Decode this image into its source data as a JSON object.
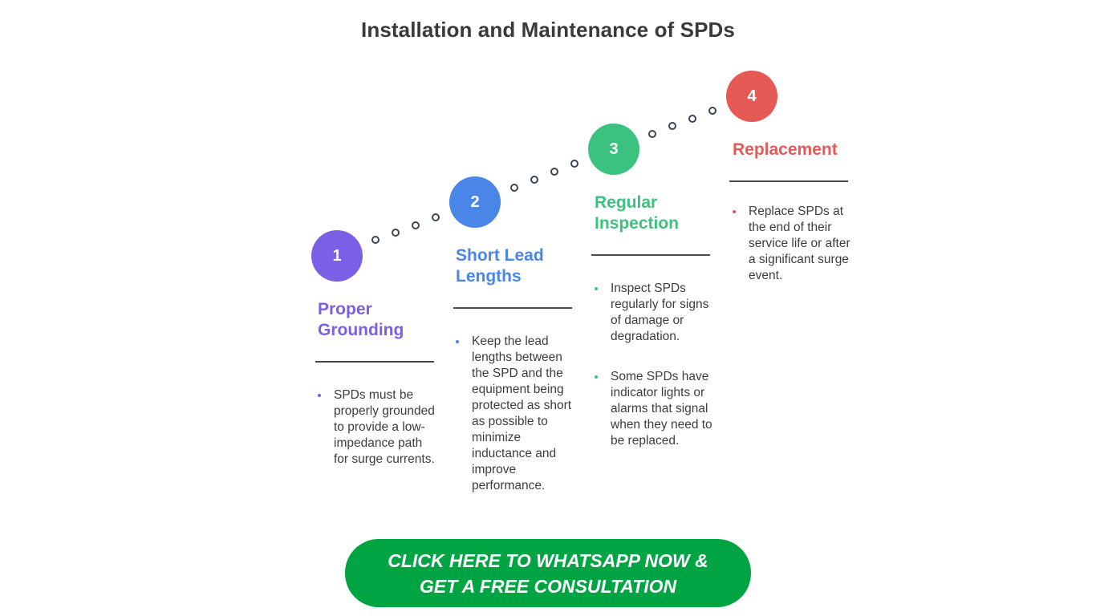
{
  "title": "Installation and Maintenance of SPDs",
  "steps": [
    {
      "number": "1",
      "title_lines": [
        "Proper",
        "Grounding"
      ],
      "color": "#7b5fe4",
      "bullets": [
        "SPDs must be properly grounded to provide a low-impedance path for surge currents."
      ]
    },
    {
      "number": "2",
      "title_lines": [
        "Short Lead",
        "Lengths"
      ],
      "color": "#4a86e8",
      "bullets": [
        "Keep the lead lengths between the SPD and the equipment being protected as short as possible to minimize inductance and improve performance."
      ]
    },
    {
      "number": "3",
      "title_lines": [
        "Regular",
        "Inspection"
      ],
      "color": "#3cc27f",
      "bullets": [
        "Inspect SPDs regularly for signs of damage or degradation.",
        "Some SPDs have indicator lights or alarms that signal when they need to be replaced."
      ]
    },
    {
      "number": "4",
      "title_lines": [
        "Replacement"
      ],
      "color": "#e55a55",
      "bullets": [
        "Replace SPDs at the end of their service life or after a significant surge event."
      ]
    }
  ],
  "cta": {
    "line1": "CLICK HERE TO WHATSAPP NOW &",
    "line2": "GET A FREE CONSULTATION",
    "color": "#00a443"
  }
}
